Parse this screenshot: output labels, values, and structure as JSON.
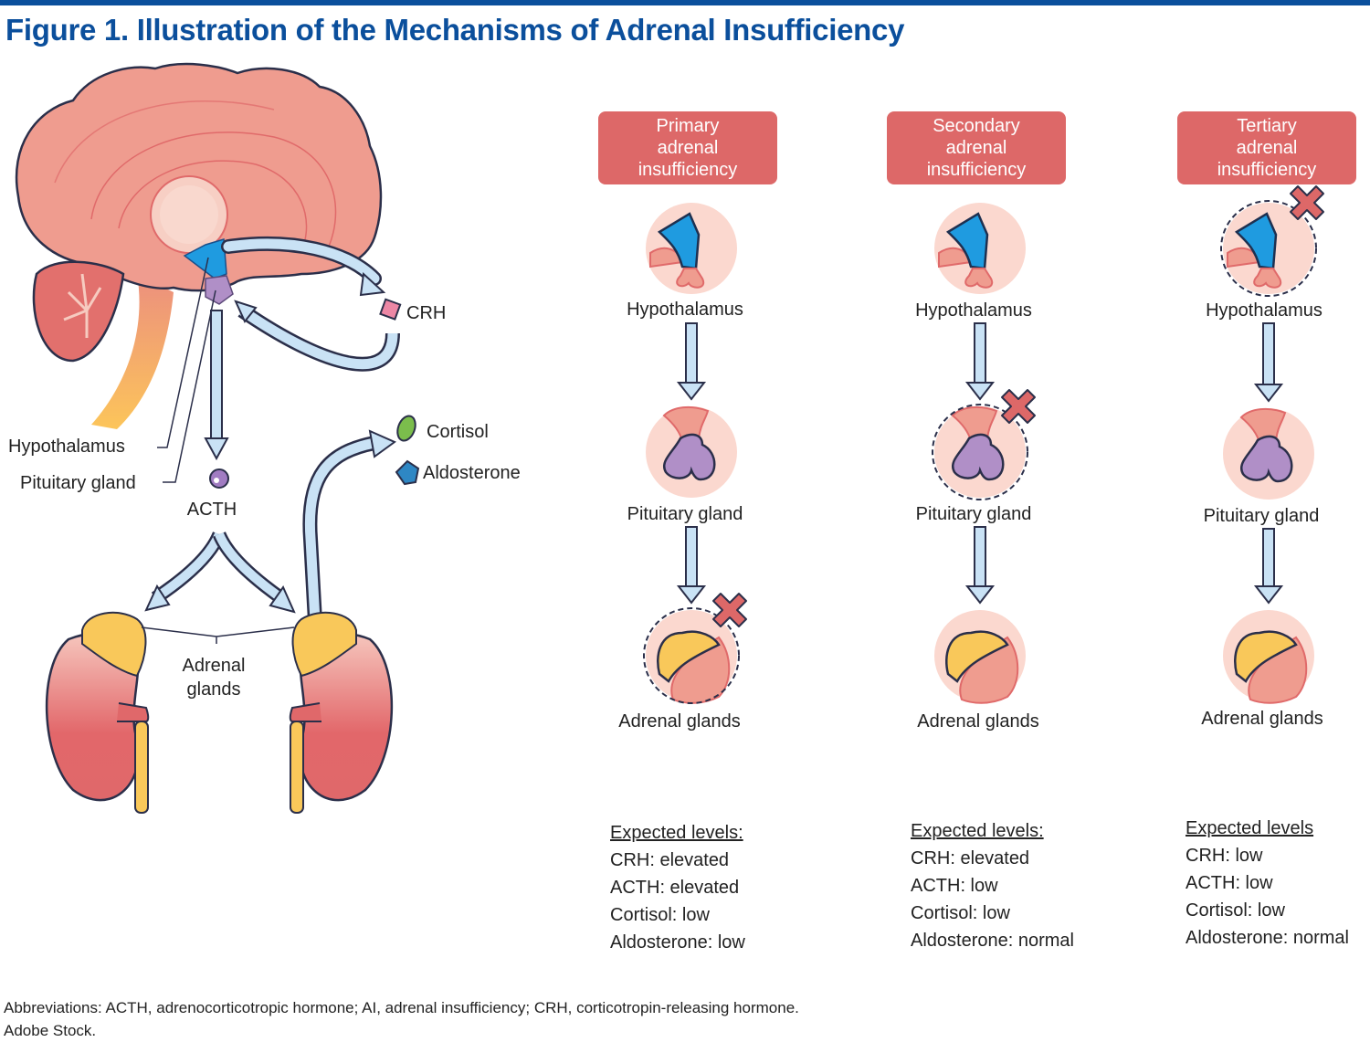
{
  "header": {
    "title": "Figure 1. Illustration of the Mechanisms of Adrenal Insufficiency",
    "accent_color": "#0b4f9c"
  },
  "left_illustration": {
    "labels": {
      "hypothalamus": "Hypothalamus",
      "pituitary": "Pituitary gland",
      "acth": "ACTH",
      "crh": "CRH",
      "cortisol": "Cortisol",
      "aldosterone": "Aldosterone",
      "adrenal_line1": "Adrenal",
      "adrenal_line2": "glands"
    }
  },
  "columns": [
    {
      "header": [
        "Primary",
        "adrenal",
        "insufficiency"
      ],
      "nodes": [
        "Hypothalamus",
        "Pituitary gland",
        "Adrenal glands"
      ],
      "failed_node": "Adrenal glands",
      "levels_heading": "Expected levels:",
      "levels": [
        "CRH: elevated",
        "ACTH: elevated",
        "Cortisol: low",
        "Aldosterone: low"
      ]
    },
    {
      "header": [
        "Secondary",
        "adrenal",
        "insufficiency"
      ],
      "nodes": [
        "Hypothalamus",
        "Pituitary gland",
        "Adrenal glands"
      ],
      "failed_node": "Pituitary gland",
      "levels_heading": "Expected levels:",
      "levels": [
        "CRH: elevated",
        "ACTH: low",
        "Cortisol: low",
        "Aldosterone: normal"
      ]
    },
    {
      "header": [
        "Tertiary",
        "adrenal",
        "insufficiency"
      ],
      "nodes": [
        "Hypothalamus",
        "Pituitary gland",
        "Adrenal glands"
      ],
      "failed_node": "Hypothalamus",
      "levels_heading": "Expected levels",
      "levels": [
        "CRH: low",
        "ACTH: low",
        "Cortisol: low",
        "Aldosterone: normal"
      ]
    }
  ],
  "colors": {
    "header_box": "#dd6868",
    "failure_x": "#dd6868",
    "arrow_fill": "#c9e2f5",
    "hypothalamus_blue": "#1f9be0",
    "pituitary_purple": "#b08fc7",
    "adrenal_yellow": "#f9c85a"
  },
  "footer": {
    "abbreviations": "Abbreviations: ACTH, adrenocorticotropic hormone; AI, adrenal insufficiency; CRH, corticotropin-releasing hormone.",
    "credit": "Adobe Stock."
  }
}
